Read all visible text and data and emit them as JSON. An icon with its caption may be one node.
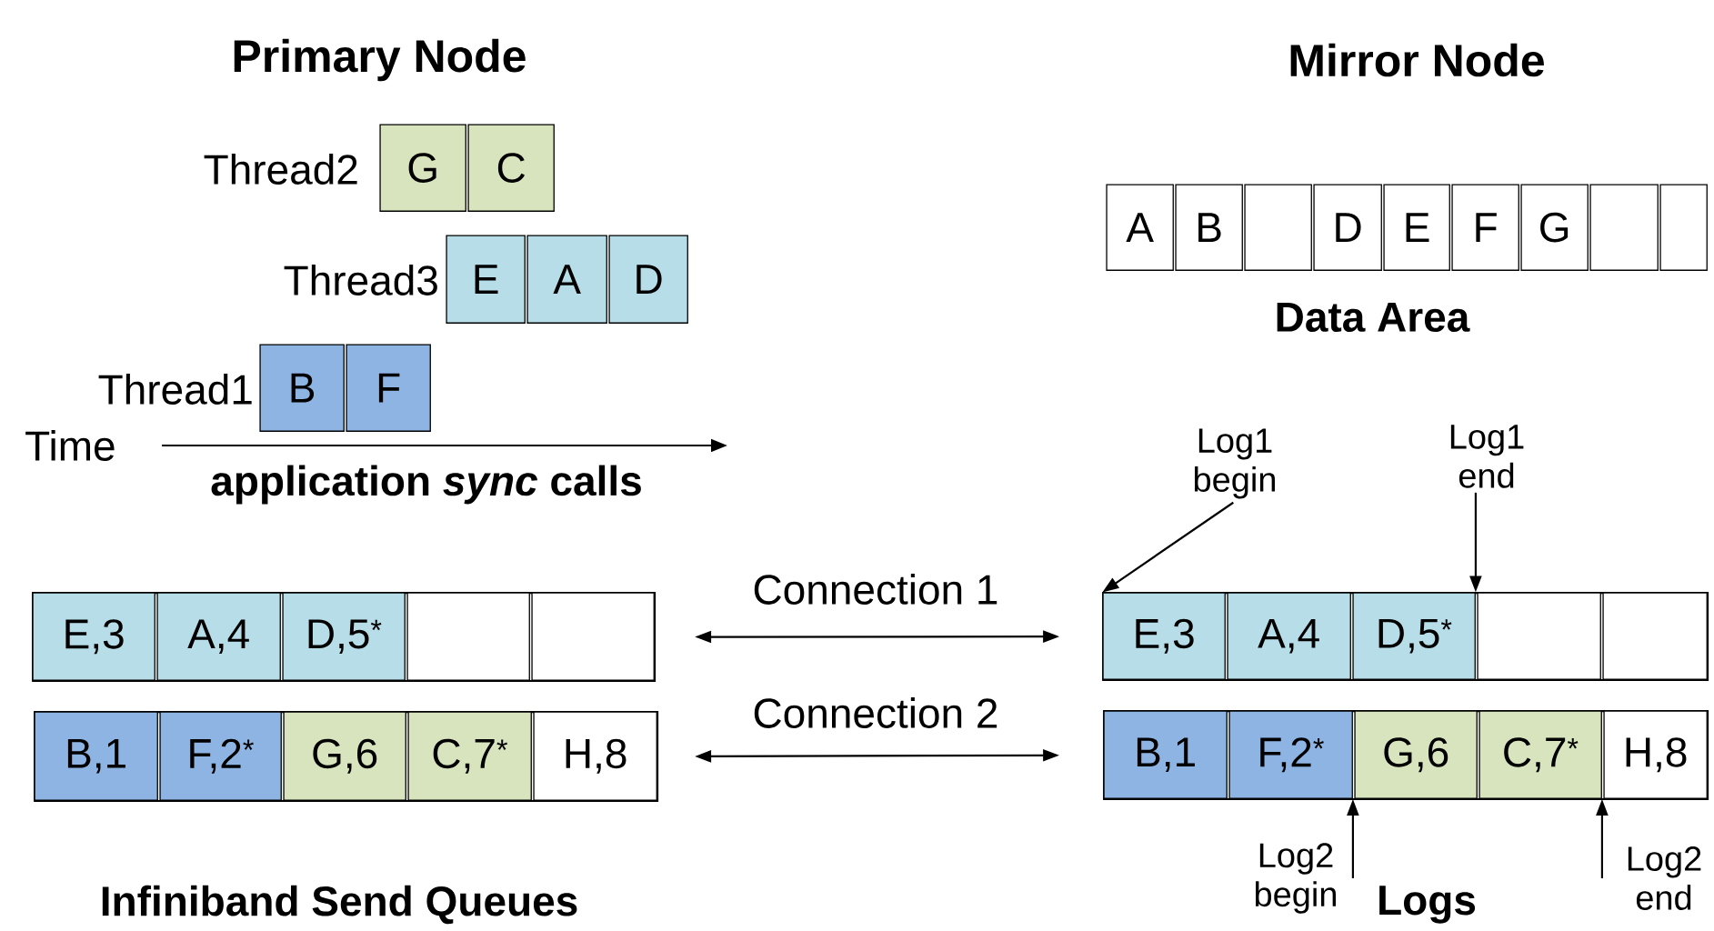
{
  "diagram": {
    "nodes": [
      {
        "text": [
          "G"
        ]
      },
      {
        "text": [
          "C"
        ]
      },
      {
        "text": [
          "E"
        ]
      },
      {
        "text": [
          "A"
        ]
      },
      {
        "text": [
          "D"
        ]
      },
      {
        "text": [
          "B"
        ]
      },
      {
        "text": [
          "F"
        ]
      },
      {
        "text": [
          "A"
        ]
      },
      {
        "text": [
          "B"
        ]
      },
      {
        "text": [],
        "shape": "box"
      },
      {
        "text": [
          "D"
        ]
      },
      {
        "text": [
          "E"
        ]
      },
      {
        "text": [
          "F"
        ]
      },
      {
        "text": [
          "G"
        ]
      },
      {
        "text": [],
        "shape": "box"
      },
      {
        "text": [],
        "shape": "box"
      },
      {
        "text": [],
        "shape": "box"
      },
      {
        "text": [
          "E,3"
        ],
        "in": 16
      },
      {
        "text": [
          "A,4"
        ],
        "in": 16
      },
      {
        "text": [
          "D,5$^{*}$"
        ],
        "in": 16
      },
      {
        "text": [],
        "shape": "box",
        "in": 16
      },
      {
        "text": [],
        "shape": "box",
        "in": 16
      },
      {
        "text": [],
        "shape": "box"
      },
      {
        "text": [
          "B,1"
        ],
        "in": 22
      },
      {
        "text": [
          "F,2$^{*}$"
        ],
        "in": 22
      },
      {
        "text": [
          "G,6"
        ],
        "in": 22
      },
      {
        "text": [
          "C,7$^{*}$"
        ],
        "in": 22
      },
      {
        "text": [
          "H,8"
        ],
        "in": 22
      },
      {
        "text": [],
        "shape": "box"
      },
      {
        "text": [
          "E,3"
        ],
        "in": 28
      },
      {
        "text": [
          "A,4"
        ],
        "in": 28
      },
      {
        "text": [
          "D,5$^{*}$"
        ],
        "in": 28
      },
      {
        "text": [],
        "shape": "box",
        "in": 28
      },
      {
        "text": [],
        "shape": "box",
        "in": 28
      },
      {
        "text": [],
        "shape": "box"
      },
      {
        "text": [
          "B,1"
        ],
        "in": 34
      },
      {
        "text": [
          "F,2$^{*}$"
        ],
        "in": 34
      },
      {
        "text": [
          "G,6"
        ],
        "in": 34
      },
      {
        "text": [
          "C,7$^{*}$"
        ],
        "in": 34
      },
      {
        "text": [
          "H,8"
        ],
        "in": 34
      },
      {
        "text": [
          "Log1 begin"
        ]
      },
      {
        "text": [
          "Log1 end"
        ]
      },
      {
        "text": [
          "Log2 begin"
        ]
      },
      {
        "text": [
          "Log2 end"
        ]
      }
    ],
    "edges": [
      {
        "from": 16,
        "to": 28,
        "arrow": "both",
        "label": "Connection 1"
      },
      {
        "from": 22,
        "to": 34,
        "arrow": "both",
        "label": "Connection 2"
      },
      {
        "from": 40,
        "to": 29,
        "arrow": "to"
      },
      {
        "from": 41,
        "to": 31,
        "arrow": "to"
      },
      {
        "from": 42,
        "to": 36,
        "arrow": "to"
      },
      {
        "from": 43,
        "to": 38,
        "arrow": "to"
      }
    ],
    "labels": [
      "Primary Node",
      "Mirror Node",
      "Thread2",
      "Thread3",
      "Data Area",
      "Thread1",
      "Time",
      "application *sync* calls",
      "Infiniband Send Queues",
      "Logs"
    ]
  }
}
